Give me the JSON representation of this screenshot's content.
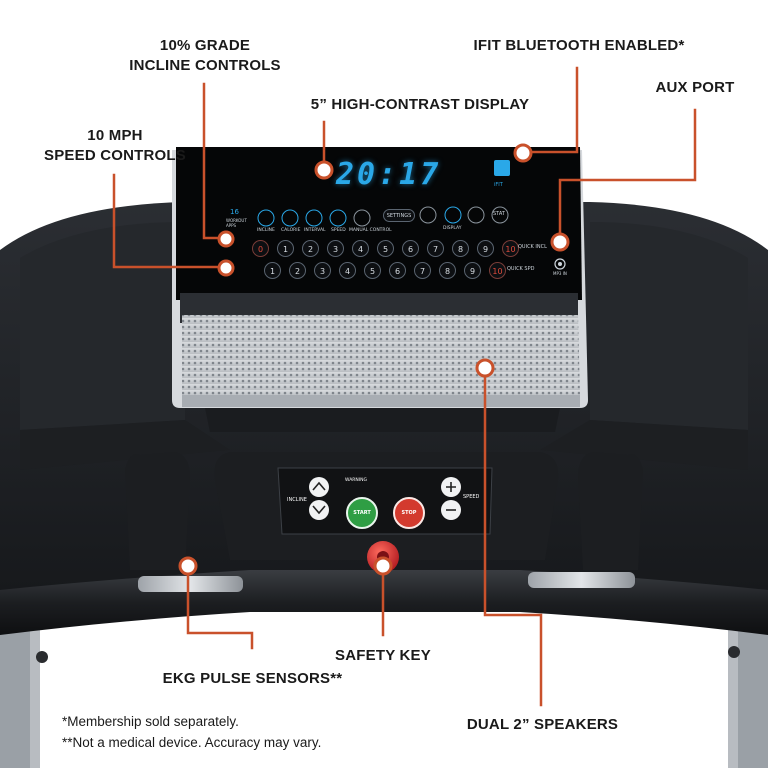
{
  "callouts": {
    "incline": "10% GRADE\nINCLINE CONTROLS",
    "display": "5” HIGH-CONTRAST DISPLAY",
    "bluetooth": "IFIT BLUETOOTH ENABLED*",
    "aux": "AUX PORT",
    "speed": "10 MPH\nSPEED CONTROLS",
    "safety": "SAFETY KEY",
    "ekg": "EKG PULSE SENSORS**",
    "speakers": "DUAL 2” SPEAKERS"
  },
  "footnotes": [
    "*Membership sold separately.",
    "**Not a medical device. Accuracy may vary."
  ],
  "console": {
    "clock": "20:17",
    "workout_count": "16",
    "workout_label": "WORKOUT APPS",
    "modes": [
      "INCLINE",
      "CALORIE",
      "INTERVAL",
      "SPEED",
      "MANUAL CONTROL"
    ],
    "settings": "SETTINGS",
    "display_btn": "DISPLAY",
    "stat": "STAT",
    "quick_incline": "QUICK INCL",
    "quick_speed": "QUICK SPD",
    "aux_label": "MP3 IN",
    "incline_keys": [
      "0",
      "1",
      "2",
      "3",
      "4",
      "5",
      "6",
      "7",
      "8",
      "9",
      "10"
    ],
    "speed_keys": [
      "1",
      "2",
      "3",
      "4",
      "5",
      "6",
      "7",
      "8",
      "9",
      "10"
    ],
    "ifit": "iFIT"
  },
  "handlebar": {
    "incline_label": "INCLINE",
    "speed_label": "SPEED",
    "start": "START",
    "stop": "STOP",
    "warning": "WARNING"
  },
  "colors": {
    "accent": "#d1502a",
    "display_blue": "#2aa8e8",
    "start_green": "#2f9e44",
    "stop_red": "#d33a2e",
    "key_red": "#d8262f"
  }
}
